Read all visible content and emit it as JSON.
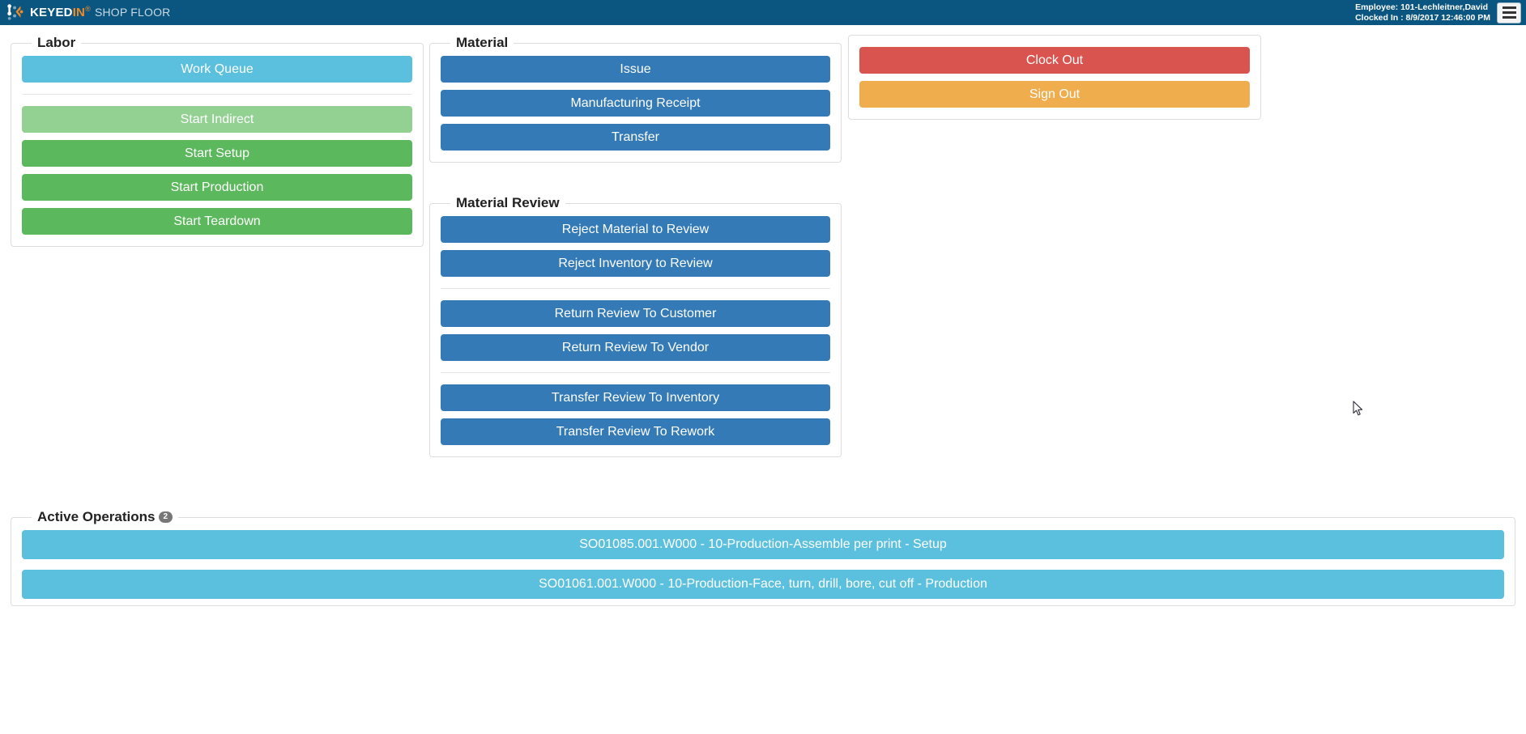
{
  "header": {
    "logo_icon": "keyedin-logo-icon",
    "brand_keyed": "KEYED",
    "brand_in": "IN",
    "brand_reg": "®",
    "brand_suffix": "SHOP FLOOR",
    "employee_line": "Employee: 101-Lechleitner,David",
    "clocked_in_line": "Clocked In : 8/9/2017 12:46:00 PM",
    "menu_icon": "hamburger-menu-icon",
    "background_color": "#0b5680",
    "accent_color": "#f08a24"
  },
  "labor": {
    "title": "Labor",
    "buttons": [
      {
        "label": "Work Queue",
        "style": "btn-lightblue",
        "disabled": false
      },
      {
        "label": "Start Indirect",
        "style": "btn-green-pale",
        "disabled": true
      },
      {
        "label": "Start Setup",
        "style": "btn-green",
        "disabled": false
      },
      {
        "label": "Start Production",
        "style": "btn-green",
        "disabled": false
      },
      {
        "label": "Start Teardown",
        "style": "btn-green",
        "disabled": false
      }
    ]
  },
  "material": {
    "title": "Material",
    "buttons": [
      {
        "label": "Issue",
        "style": "btn-blue"
      },
      {
        "label": "Manufacturing Receipt",
        "style": "btn-blue"
      },
      {
        "label": "Transfer",
        "style": "btn-blue"
      }
    ]
  },
  "material_review": {
    "title": "Material Review",
    "group1": [
      {
        "label": "Reject Material to Review",
        "style": "btn-blue"
      },
      {
        "label": "Reject Inventory to Review",
        "style": "btn-blue"
      }
    ],
    "group2": [
      {
        "label": "Return Review To Customer",
        "style": "btn-blue"
      },
      {
        "label": "Return Review To Vendor",
        "style": "btn-blue"
      }
    ],
    "group3": [
      {
        "label": "Transfer Review To Inventory",
        "style": "btn-blue"
      },
      {
        "label": "Transfer Review To Rework",
        "style": "btn-blue"
      }
    ]
  },
  "session": {
    "clock_out_label": "Clock Out",
    "sign_out_label": "Sign Out",
    "clock_out_color": "#d9534f",
    "sign_out_color": "#f0ad4e"
  },
  "active_operations": {
    "title": "Active Operations",
    "count": "2",
    "items": [
      {
        "label": "SO01085.001.W000 - 10-Production-Assemble per print - Setup"
      },
      {
        "label": "SO01061.001.W000 - 10-Production-Face, turn, drill, bore, cut off - Production"
      }
    ]
  }
}
